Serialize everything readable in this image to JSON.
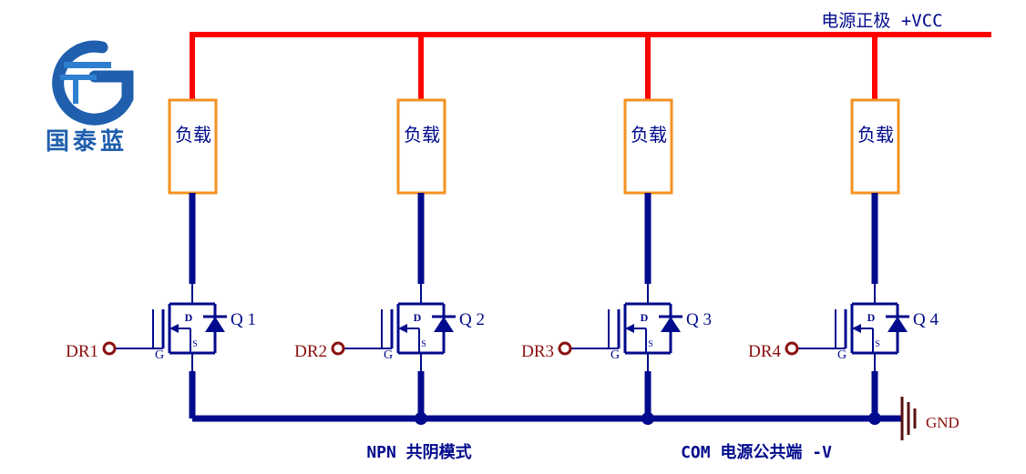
{
  "logo": {
    "company_name": "国泰蓝",
    "colors": {
      "primary": "#1f5fae",
      "accent": "#2e7fd0"
    }
  },
  "rails": {
    "vcc_label": "电源正极 +VCC",
    "gnd_label": "GND",
    "mode_label": "NPN 共阴模式",
    "com_label": "COM 电源公共端 -V"
  },
  "channels": [
    {
      "load_label": "负载",
      "transistor_label": "Q 1",
      "input_label": "DR1",
      "pin_d": "D",
      "pin_s": "S",
      "pin_g": "G"
    },
    {
      "load_label": "负载",
      "transistor_label": "Q 2",
      "input_label": "DR2",
      "pin_d": "D",
      "pin_s": "S",
      "pin_g": "G"
    },
    {
      "load_label": "负载",
      "transistor_label": "Q 3",
      "input_label": "DR3",
      "pin_d": "D",
      "pin_s": "S",
      "pin_g": "G"
    },
    {
      "load_label": "负载",
      "transistor_label": "Q 4",
      "input_label": "DR4",
      "pin_d": "D",
      "pin_s": "S",
      "pin_g": "G"
    }
  ],
  "colors": {
    "vcc_wire": "#ff0000",
    "wire": "#000a8c",
    "load_box": "#f39222",
    "label_blue": "#000a8c",
    "label_red": "#8b1010",
    "gnd_symbol": "#5a1010"
  }
}
